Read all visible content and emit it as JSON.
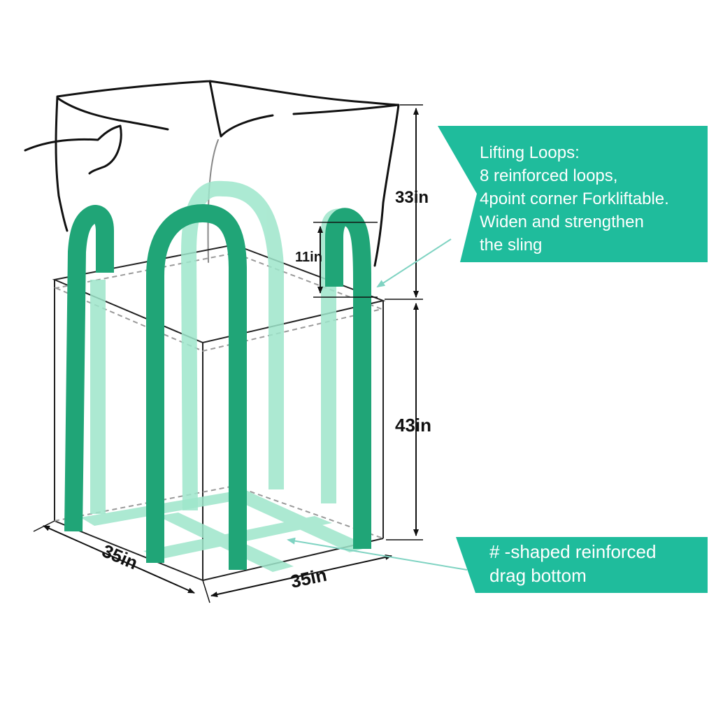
{
  "diagram": {
    "subject": "Bulk bag (FIBC) with lifting loops",
    "colors": {
      "strap": "#20a577",
      "strap_light": "#9ee6cb",
      "callout_bg": "#1fbc9c",
      "outline": "#222222",
      "dashed": "#999999",
      "text_dark": "#111111",
      "text_light": "#ffffff"
    },
    "dimensions": {
      "top_spout_height": "33in",
      "loop_height": "11in",
      "body_height": "43in",
      "width_left": "35in",
      "width_right": "35in"
    },
    "callouts": {
      "lifting_loops": {
        "lines": [
          "Lifting Loops:",
          "8 reinforced loops,",
          "4point corner Forkliftable.",
          "Widen and strengthen",
          "the sling"
        ]
      },
      "bottom": {
        "lines": [
          "# -shaped reinforced",
          "drag bottom"
        ]
      }
    }
  }
}
